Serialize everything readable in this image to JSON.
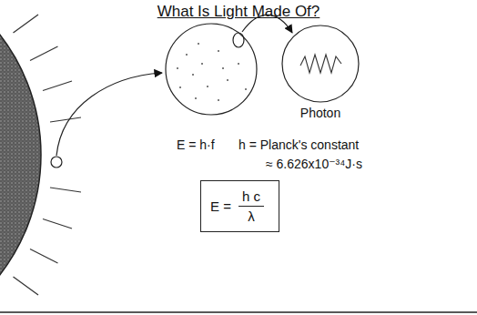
{
  "diagram": {
    "title": "What Is Light Made Of?",
    "nodes": [
      {
        "text": [
          "Photon"
        ]
      },
      {
        "text": [
          "E =",
          "h c",
          "λ"
        ]
      }
    ],
    "labels": [
      "E = h·f",
      "h = Planck's constant",
      "≈ 6.626x10⁻³⁴J·s"
    ]
  }
}
